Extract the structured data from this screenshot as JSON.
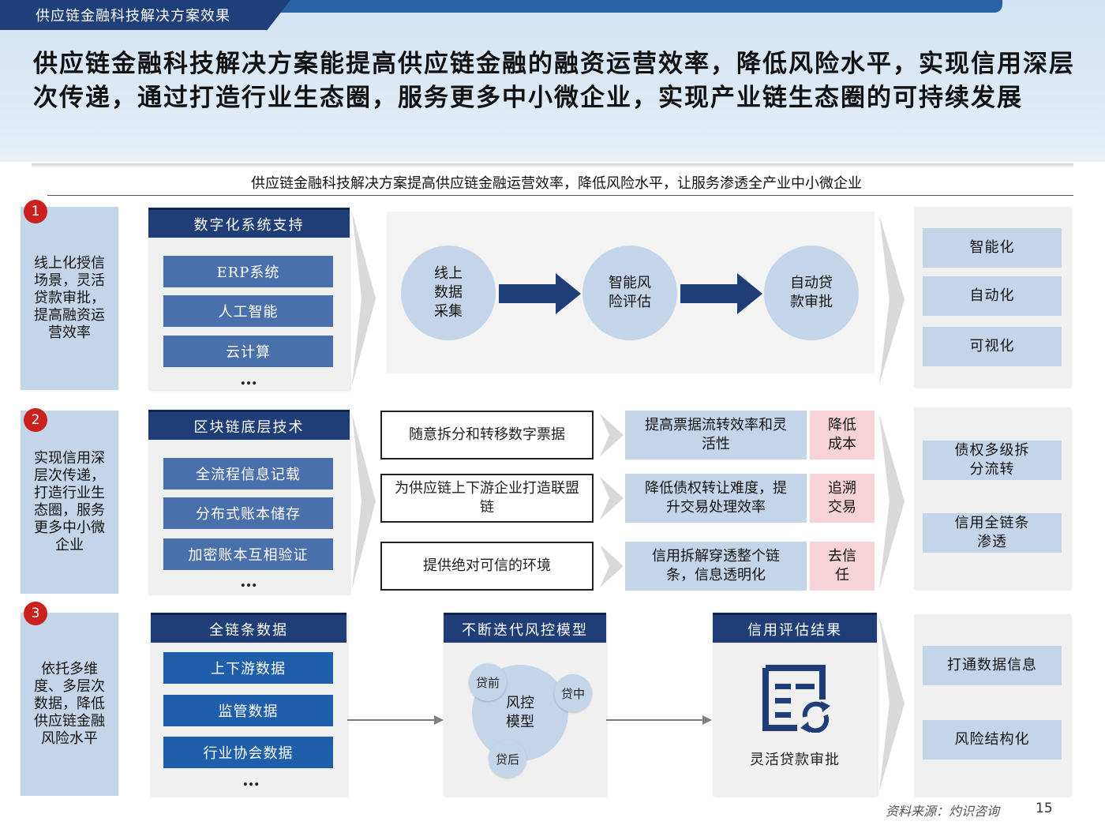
{
  "header": {
    "tag": "供应链金融科技解决方案效果",
    "headline": "供应链金融科技解决方案能提高供应链金融的融资运营效率，降低风险水平，实现信用深层次传递，通过打造行业生态圈，服务更多中小微企业，实现产业链生态圈的可持续发展"
  },
  "subtitle": "供应链金融科技解决方案提高供应链金融运营效率，降低风险水平，让服务渗透全产业中小微企业",
  "row1": {
    "num": "1",
    "left": "线上化授信场景，灵活贷款审批，提高融资运营效率",
    "tech_title": "数字化系统支持",
    "tech_items": [
      "ERP系统",
      "人工智能",
      "云计算"
    ],
    "dots": "…",
    "flow": [
      "线上数据采集",
      "智能风险评估",
      "自动贷款审批"
    ],
    "results": [
      "智能化",
      "自动化",
      "可视化"
    ]
  },
  "row2": {
    "num": "2",
    "left": "实现信用深层次传递，打造行业生态圈，服务更多中小微企业",
    "tech_title": "区块链底层技术",
    "tech_items": [
      "全流程信息记载",
      "分布式账本储存",
      "加密账本互相验证"
    ],
    "dots": "…",
    "features": [
      {
        "feature": "随意拆分和转移数字票据",
        "effect": "提高票据流转效率和灵活性",
        "tag": "降低成本"
      },
      {
        "feature": "为供应链上下游企业打造联盟链",
        "effect": "降低债权转让难度，提升交易处理效率",
        "tag": "追溯交易"
      },
      {
        "feature": "提供绝对可信的环境",
        "effect": "信用拆解穿透整个链条，信息透明化",
        "tag": "去信任"
      }
    ],
    "results": [
      "债权多级拆分流转",
      "信用全链条渗透"
    ]
  },
  "row3": {
    "num": "3",
    "left": "依托多维度、多层次数据，降低供应链金融风险水平",
    "data_title": "全链条数据",
    "data_items": [
      "上下游数据",
      "监管数据",
      "行业协会数据"
    ],
    "dots": "…",
    "model_title": "不断迭代风控模型",
    "model_center": "风控模型",
    "model_stages": [
      "贷前",
      "贷中",
      "贷后"
    ],
    "credit_title": "信用评估结果",
    "credit_caption": "灵活贷款审批",
    "results": [
      "打通数据信息",
      "风险结构化"
    ]
  },
  "footer": {
    "source": "资料来源：灼识咨询",
    "page": "15"
  },
  "colors": {
    "navy": "#1f3e78",
    "accent_red": "#c9211e",
    "light_blue": "#c4d5ea",
    "pink": "#f7d3d8"
  }
}
